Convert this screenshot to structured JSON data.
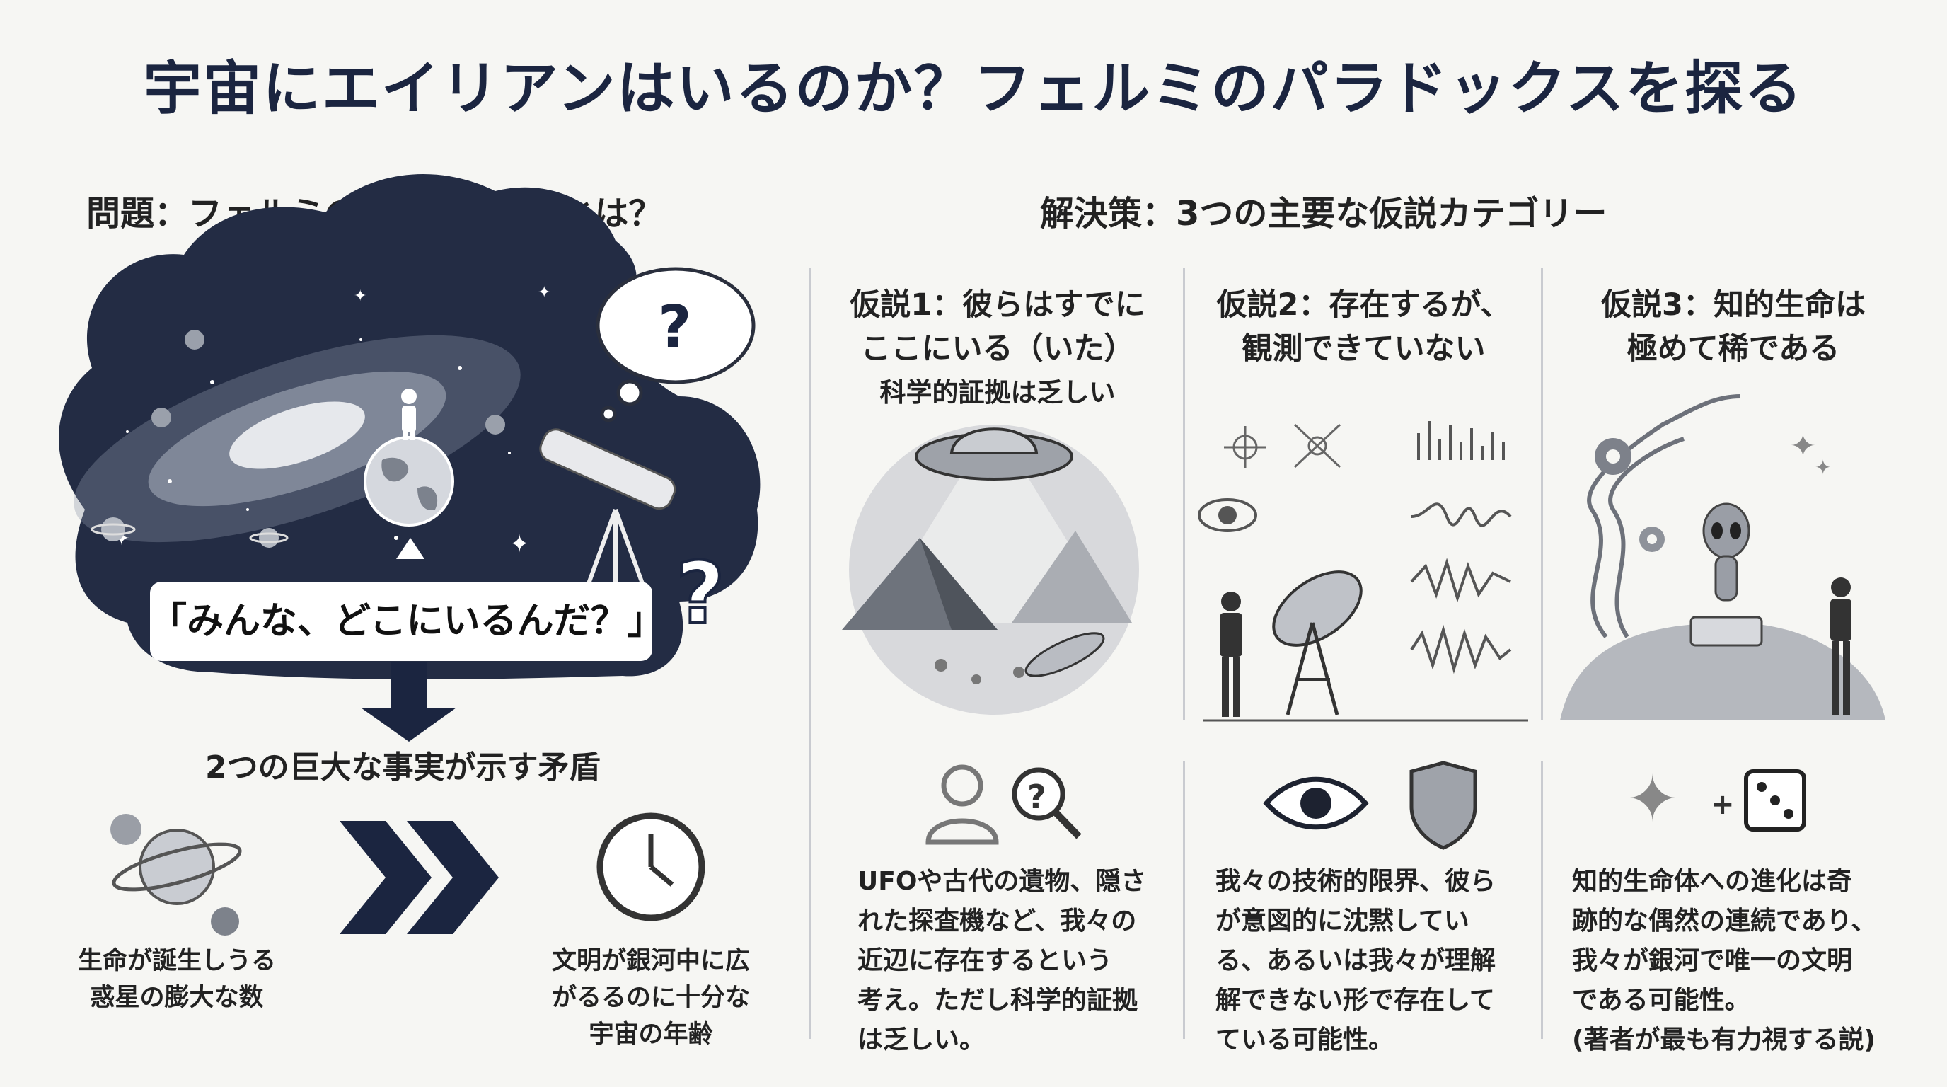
{
  "title": "宇宙にエイリアンはいるのか？フェルミのパラドックスを探る",
  "problem": {
    "heading": "問題：フェルミのパラドックスとは？",
    "quote": "「みんな、どこにいるんだ？」",
    "contradiction_label": "2つの巨大な事実が示す矛盾",
    "fact1": [
      "生命が誕生しうる",
      "惑星の膨大な数"
    ],
    "fact2": [
      "文明が銀河中に広",
      "がるるのに十分な",
      "宇宙の年齢"
    ]
  },
  "solution": {
    "heading": "解決策：3つの主要な仮説カテゴリー",
    "hypotheses": [
      {
        "title": [
          "仮説1：彼らはすでに",
          "ここにいる（いた）"
        ],
        "subtitle": "科学的証拠は乏しい",
        "body": [
          "UFOや古代の遺物、隠さ",
          "れた探査機など、我々の",
          "近辺に存在するという",
          "考え。ただし科学的証拠",
          "は乏しい。"
        ]
      },
      {
        "title": [
          "仮説2：存在するが、",
          "観測できていない"
        ],
        "body": [
          "我々の技術的限界、彼ら",
          "が意図的に沈黙してい",
          "る、あるいは我々が理解",
          "解できない形で存在して",
          "ている可能性。"
        ]
      },
      {
        "title": [
          "仮説3：知的生命は",
          "極めて稀である"
        ],
        "body": [
          "知的生命体への進化は奇",
          "跡的な偶然の連続であり、",
          "我々が銀河で唯一の文明",
          "である可能性。",
          "(著者が最も有力視する説)"
        ]
      }
    ]
  },
  "icons": [
    "galaxy",
    "earth-icon",
    "person-icon",
    "telescope-icon",
    "question-icon",
    "planet-icon",
    "chevron-right-icon",
    "clock-icon",
    "ufo-icon",
    "pyramid-icon",
    "sun-icon",
    "eye-icon",
    "radio-dish-icon",
    "waveform-icon",
    "dna-icon",
    "gear-icon",
    "alien-icon",
    "magnifier-icon",
    "shield-icon",
    "sparkle-icon",
    "dice-icon"
  ],
  "colors": {
    "navy": "#1b2540",
    "space": "#242f47",
    "gray": "#8a8d93",
    "background": "#f6f6f3"
  }
}
